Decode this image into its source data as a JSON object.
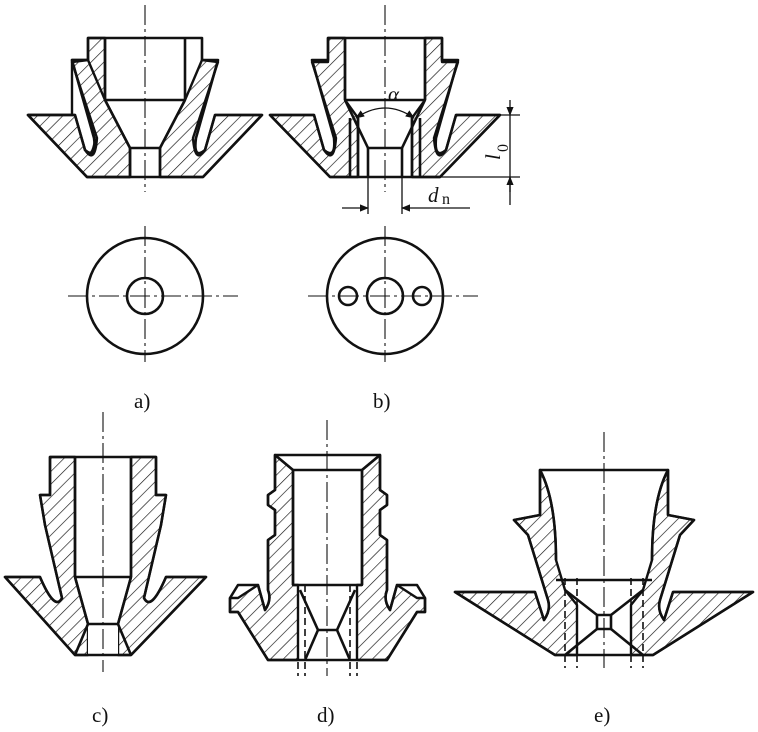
{
  "figure": {
    "subfigure_labels": [
      "a)",
      "b)",
      "c)",
      "d)",
      "e)"
    ],
    "dimensions": {
      "angle": "α",
      "length_main": "l",
      "length_sub": "0",
      "diameter_main": "d",
      "diameter_sub": "n"
    }
  }
}
